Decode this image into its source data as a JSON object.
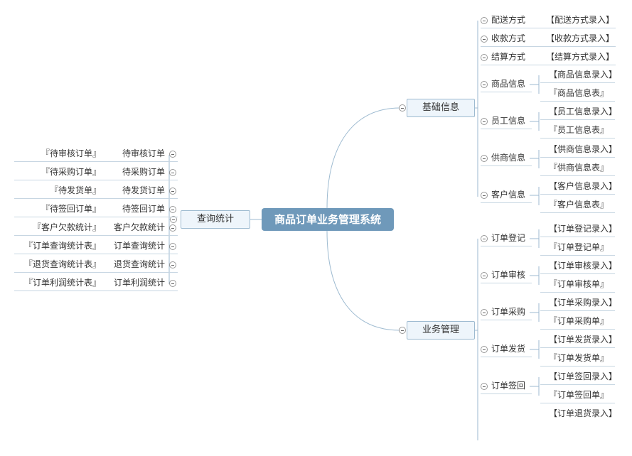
{
  "root": {
    "label": "商品订单业务管理系统"
  },
  "left_branch": {
    "label": "查询统计",
    "items": [
      {
        "label": "待审核订单",
        "link": "『待审核订单』"
      },
      {
        "label": "待采购订单",
        "link": "『待采购订单』"
      },
      {
        "label": "待发货订单",
        "link": "『待发货单』"
      },
      {
        "label": "待签回订单",
        "link": "『待签回订单』"
      },
      {
        "label": "客户欠款统计",
        "link": "『客户欠款统计』"
      },
      {
        "label": "订单查询统计",
        "link": "『订单查询统计表』"
      },
      {
        "label": "退货查询统计",
        "link": "『退货查询统计表』"
      },
      {
        "label": "订单利润统计",
        "link": "『订单利润统计表』"
      }
    ]
  },
  "basic_info": {
    "label": "基础信息",
    "items": [
      {
        "label": "配送方式",
        "links": [
          "【配送方式录入】"
        ]
      },
      {
        "label": "收款方式",
        "links": [
          "【收款方式录入】"
        ]
      },
      {
        "label": "结算方式",
        "links": [
          "【结算方式录入】"
        ]
      },
      {
        "label": "商品信息",
        "links": [
          "【商品信息录入】",
          "『商品信息表』"
        ]
      },
      {
        "label": "员工信息",
        "links": [
          "【员工信息录入】",
          "『员工信息表』"
        ]
      },
      {
        "label": "供商信息",
        "links": [
          "【供商信息录入】",
          "『供商信息表』"
        ]
      },
      {
        "label": "客户信息",
        "links": [
          "【客户信息录入】",
          "『客户信息表』"
        ]
      }
    ]
  },
  "business_mgmt": {
    "label": "业务管理",
    "items": [
      {
        "label": "订单登记",
        "links": [
          "【订单登记录入】",
          "『订单登记单』"
        ]
      },
      {
        "label": "订单审核",
        "links": [
          "【订单审核录入】",
          "『订单审核单』"
        ]
      },
      {
        "label": "订单采购",
        "links": [
          "【订单采购录入】",
          "『订单采购单』"
        ]
      },
      {
        "label": "订单发货",
        "links": [
          "【订单发货录入】",
          "『订单发货单』"
        ]
      },
      {
        "label": "订单签回",
        "links": [
          "【订单签回录入】",
          "『订单签回单』"
        ]
      },
      {
        "label": "",
        "links": [
          "【订单退货录入】"
        ]
      }
    ]
  },
  "colors": {
    "root_bg": "#6f99ba",
    "branch_bg": "#eef5fb",
    "line": "#9dbad0"
  }
}
